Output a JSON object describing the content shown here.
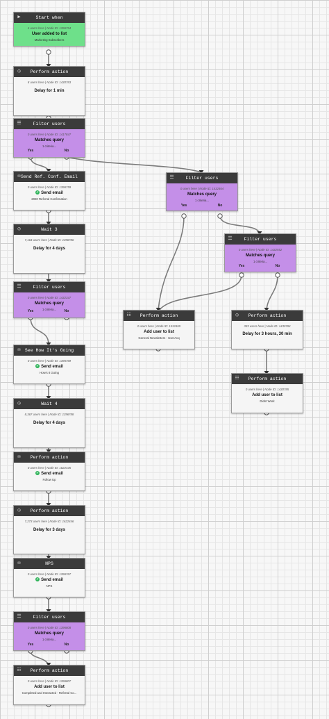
{
  "colors": {
    "trigger_body": "#6ee08a",
    "filter_body": "#c48fe8",
    "header": "#3b3b3b",
    "edge": "#7c7c7c"
  },
  "labels": {
    "yes": "Yes",
    "no": "No"
  },
  "nodes": {
    "n1": {
      "header": "Start when",
      "icon": "play-icon",
      "meta": "4 users here | Node ID: 1396794",
      "title": "User added to list",
      "sub": "Marketing Subscribers"
    },
    "n2": {
      "header": "Perform action",
      "icon": "clock-icon",
      "meta": "8 users here | Node ID: 1430783",
      "title": "Delay for 1 min",
      "sub": ""
    },
    "n3": {
      "header": "Filter users",
      "icon": "filter-icon",
      "meta": "0 users here | Node ID: 1417847",
      "title": "Matches query",
      "sub": "1 criteria..."
    },
    "n4": {
      "header": "Send Ref. Conf. Email",
      "icon": "envelope-icon",
      "meta": "0 users here | Node ID: 1396759",
      "title": "Send email",
      "sub": "2020 Referral Confirmation"
    },
    "n5": {
      "header": "Wait 3",
      "icon": "clock-icon",
      "meta": "7,164 users here | Node ID: 1396786",
      "title": "Delay for 4 days",
      "sub": ""
    },
    "n6": {
      "header": "Filter users",
      "icon": "filter-icon",
      "meta": "0 users here | Node ID: 1432347",
      "title": "Matches query",
      "sub": "1 criteria..."
    },
    "n7": {
      "header": "See How It's Going",
      "icon": "envelope-icon",
      "meta": "0 users here | Node ID: 1396769",
      "title": "Send email",
      "sub": "How's It Going"
    },
    "n8": {
      "header": "Wait 4",
      "icon": "clock-icon",
      "meta": "8,367 users here | Node ID: 1396788",
      "title": "Delay for 4 days",
      "sub": ""
    },
    "n9": {
      "header": "Perform action",
      "icon": "envelope-icon",
      "meta": "0 users here | Node ID: 1622445",
      "title": "Send email",
      "sub": "Follow Up"
    },
    "n10": {
      "header": "Perform action",
      "icon": "clock-icon",
      "meta": "7,273 users here | Node ID: 1622446",
      "title": "Delay for 3 days",
      "sub": ""
    },
    "n11": {
      "header": "NPS",
      "icon": "envelope-icon",
      "meta": "0 users here | Node ID: 1396767",
      "title": "Send email",
      "sub": "NPS"
    },
    "n12": {
      "header": "Filter users",
      "icon": "filter-icon",
      "meta": "0 users here | Node ID: 1396808",
      "title": "Matches query",
      "sub": "1 criteria..."
    },
    "n13": {
      "header": "Perform action",
      "icon": "list-icon",
      "meta": "0 users here | Node ID: 1396807",
      "title": "Add user to list",
      "sub": "Completed and Interacted - Referral Co..."
    },
    "n14": {
      "header": "Filter users",
      "icon": "filter-icon",
      "meta": "0 users here | Node ID: 1432464",
      "title": "Matches query",
      "sub": "1 criteria..."
    },
    "n15": {
      "header": "Filter users",
      "icon": "filter-icon",
      "meta": "0 users here | Node ID: 1432552",
      "title": "Matches query",
      "sub": "1 criteria..."
    },
    "n16": {
      "header": "Perform action",
      "icon": "list-icon",
      "meta": "0 users here | Node ID: 1432465",
      "title": "Add user to list",
      "sub": "General Newsletters - UserAcq"
    },
    "n17": {
      "header": "Perform action",
      "icon": "clock-icon",
      "meta": "333 users here | Node ID: 1430784",
      "title": "Delay for 3 hours, 30 min",
      "sub": ""
    },
    "n18": {
      "header": "Perform action",
      "icon": "list-icon",
      "meta": "0 users here | Node ID: 1430785",
      "title": "Add user to list",
      "sub": "Didnt Work"
    }
  }
}
